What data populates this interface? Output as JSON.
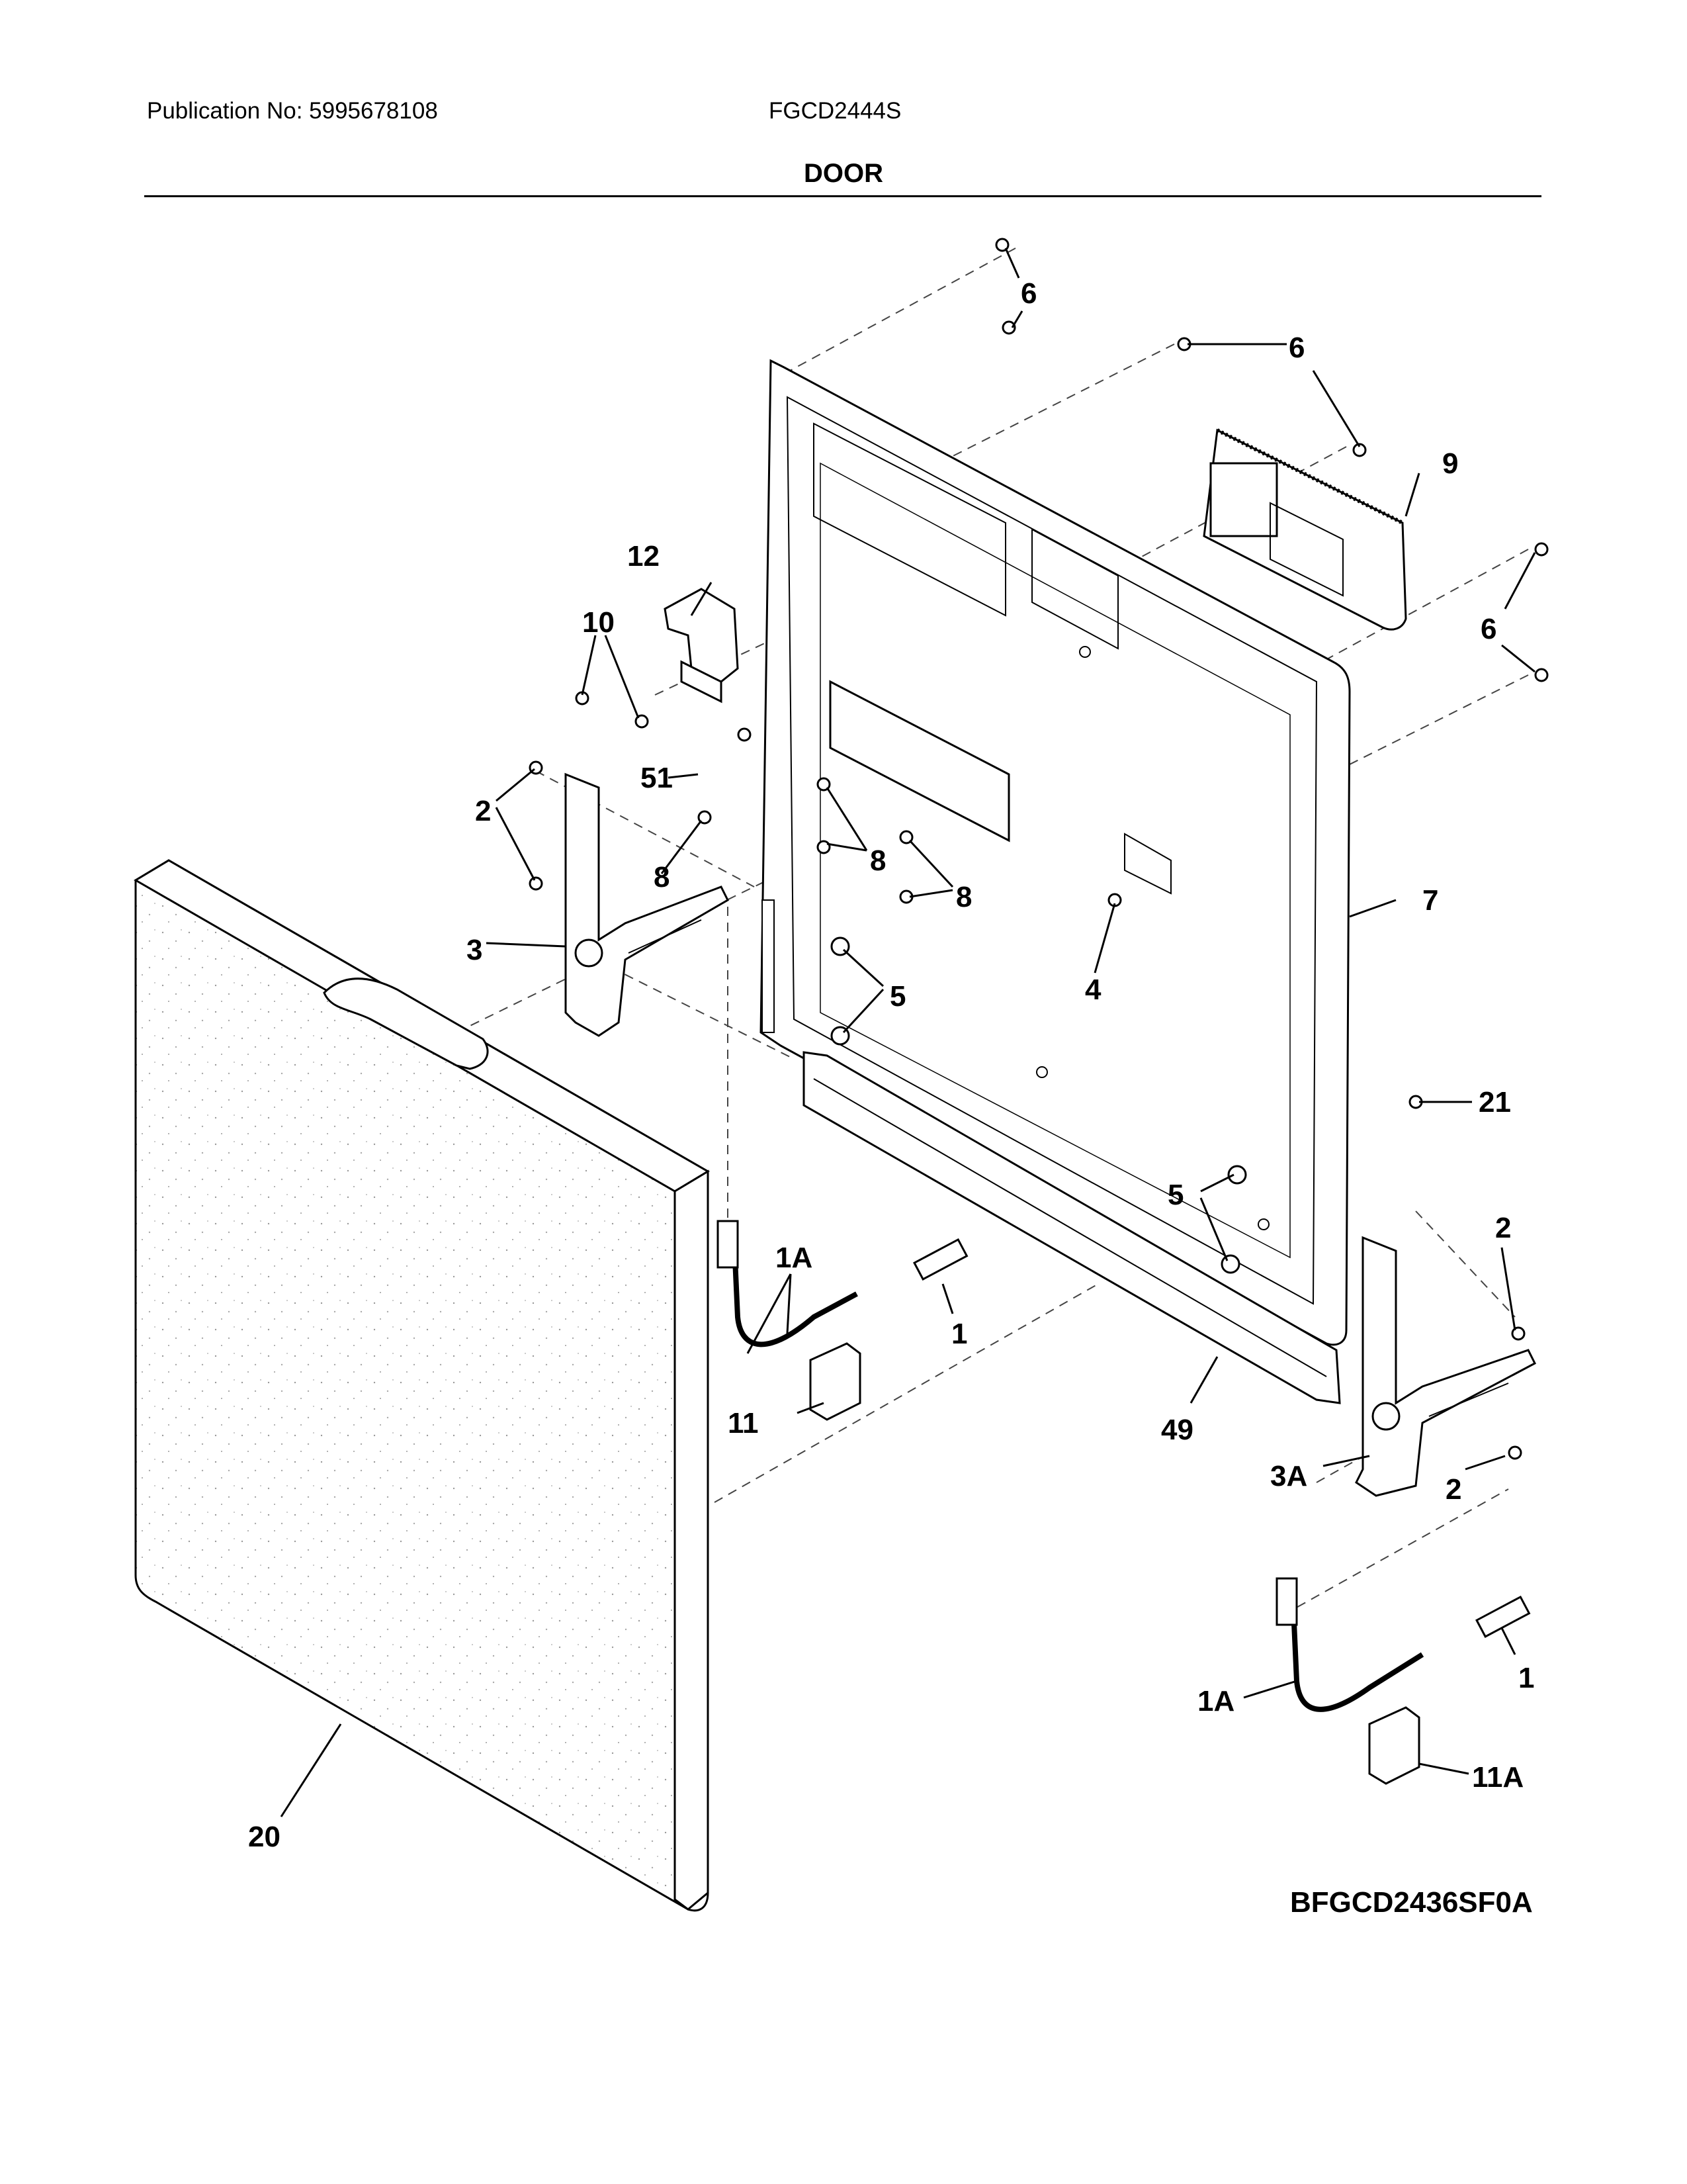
{
  "header": {
    "publication": "Publication No: 5995678108",
    "model": "FGCD2444S",
    "section": "DOOR"
  },
  "diagram_code": "BFGCD2436SF0A",
  "callouts": [
    {
      "id": "c-6-top",
      "label": "6"
    },
    {
      "id": "c-6-mid",
      "label": "6"
    },
    {
      "id": "c-9",
      "label": "9"
    },
    {
      "id": "c-6-right",
      "label": "6"
    },
    {
      "id": "c-12",
      "label": "12"
    },
    {
      "id": "c-10",
      "label": "10"
    },
    {
      "id": "c-51",
      "label": "51"
    },
    {
      "id": "c-2-left",
      "label": "2"
    },
    {
      "id": "c-8-a",
      "label": "8"
    },
    {
      "id": "c-8-b",
      "label": "8"
    },
    {
      "id": "c-8-c",
      "label": "8"
    },
    {
      "id": "c-3",
      "label": "3"
    },
    {
      "id": "c-7",
      "label": "7"
    },
    {
      "id": "c-5-upper",
      "label": "5"
    },
    {
      "id": "c-4",
      "label": "4"
    },
    {
      "id": "c-21",
      "label": "21"
    },
    {
      "id": "c-5-lower",
      "label": "5"
    },
    {
      "id": "c-2-right",
      "label": "2"
    },
    {
      "id": "c-1a-left",
      "label": "1A"
    },
    {
      "id": "c-1-left",
      "label": "1"
    },
    {
      "id": "c-11",
      "label": "11"
    },
    {
      "id": "c-49",
      "label": "49"
    },
    {
      "id": "c-3a",
      "label": "3A"
    },
    {
      "id": "c-2-lower",
      "label": "2"
    },
    {
      "id": "c-1a-right",
      "label": "1A"
    },
    {
      "id": "c-1-right",
      "label": "1"
    },
    {
      "id": "c-11a",
      "label": "11A"
    },
    {
      "id": "c-20",
      "label": "20"
    }
  ]
}
